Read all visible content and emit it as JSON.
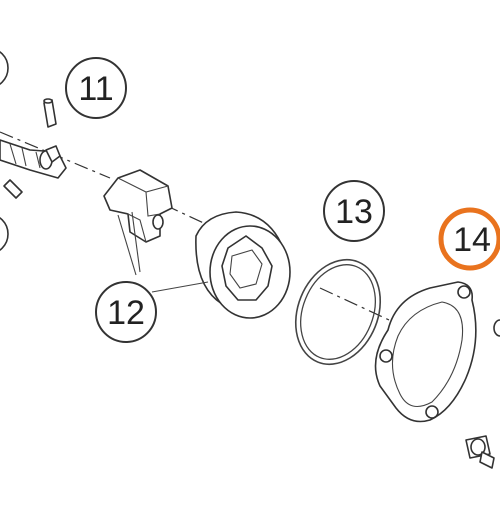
{
  "diagram": {
    "callouts": [
      {
        "id": "11",
        "label": "11",
        "highlight": false
      },
      {
        "id": "12",
        "label": "12",
        "highlight": false
      },
      {
        "id": "13",
        "label": "13",
        "highlight": false
      },
      {
        "id": "14",
        "label": "14",
        "highlight": true
      }
    ],
    "colors": {
      "line": "#333333",
      "highlight": "#e9731e",
      "background": "#ffffff"
    }
  }
}
